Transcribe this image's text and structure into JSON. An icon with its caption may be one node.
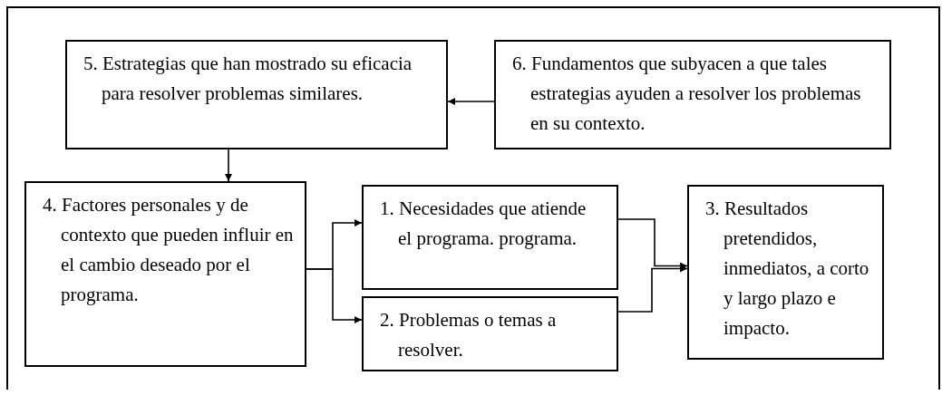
{
  "diagram": {
    "nodes": [
      {
        "text": [
          "5. Estrategias que han mostrado su eficacia para resolver problemas similares."
        ]
      },
      {
        "text": [
          "6. Fundamentos que subyacen a que tales estrategias ayuden a resolver los problemas en su contexto."
        ]
      },
      {
        "text": [
          "4. Factores personales y de contexto que pueden influir en el cambio deseado por el programa."
        ]
      },
      {
        "text": [
          "1. Necesidades que atiende el programa. programa."
        ]
      },
      {
        "text": [
          "2. Problemas o temas a resolver."
        ]
      },
      {
        "text": [
          "3. Resultados pretendidos, inmediatos, a corto y largo plazo e impacto."
        ]
      }
    ],
    "edges": [
      {
        "from": 1,
        "to": 0,
        "arrow": "to"
      },
      {
        "from": 0,
        "to": 2,
        "arrow": "to"
      },
      {
        "from": 2,
        "to": 3,
        "arrow": "to"
      },
      {
        "from": 2,
        "to": 4,
        "arrow": "to"
      },
      {
        "from": 3,
        "to": 5,
        "arrow": "to"
      },
      {
        "from": 4,
        "to": 5,
        "arrow": "to"
      }
    ]
  }
}
